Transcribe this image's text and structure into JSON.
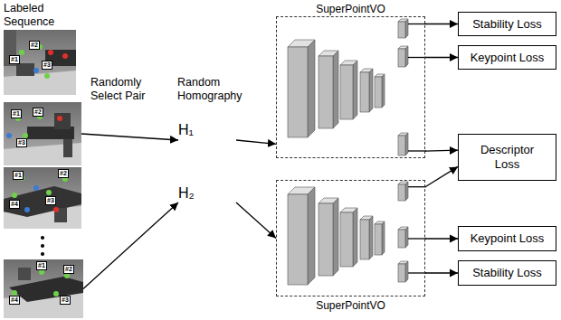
{
  "diagram": {
    "nodes": [
      {
        "text": [
          "#1",
          "#2",
          "#3"
        ]
      },
      {
        "text": [
          "#1",
          "#2",
          "#3"
        ]
      },
      {
        "text": [
          "#1",
          "#2",
          "#3",
          "#4"
        ]
      },
      {
        "text": [
          "#1",
          "#2",
          "#3",
          "#4"
        ]
      },
      {
        "text": [
          "H₁"
        ]
      },
      {
        "text": [
          "H₂"
        ]
      },
      {
        "text": [
          "SuperPointVO"
        ]
      },
      {
        "text": [
          "SuperPointVO"
        ]
      },
      {
        "text": [
          "Stability Loss"
        ]
      },
      {
        "text": [
          "Keypoint Loss"
        ]
      },
      {
        "text": [
          "Descriptor Loss"
        ]
      },
      {
        "text": [
          "Keypoint Loss"
        ]
      },
      {
        "text": [
          "Stability Loss"
        ]
      }
    ],
    "edges": [
      {
        "from": 1,
        "to": 4,
        "arrow": "to"
      },
      {
        "from": 3,
        "to": 5,
        "arrow": "to"
      },
      {
        "from": 4,
        "to": 6,
        "arrow": "to"
      },
      {
        "from": 5,
        "to": 7,
        "arrow": "to"
      },
      {
        "from": 6,
        "to": 8,
        "arrow": "to"
      },
      {
        "from": 6,
        "to": 9,
        "arrow": "to"
      },
      {
        "from": 6,
        "to": 10,
        "arrow": "to"
      },
      {
        "from": 7,
        "to": 10,
        "arrow": "to"
      },
      {
        "from": 7,
        "to": 11,
        "arrow": "to"
      },
      {
        "from": 7,
        "to": 12,
        "arrow": "to"
      }
    ],
    "labels": [
      "Labeled Sequence",
      "Randomly Select Pair",
      "Random Homography"
    ]
  }
}
